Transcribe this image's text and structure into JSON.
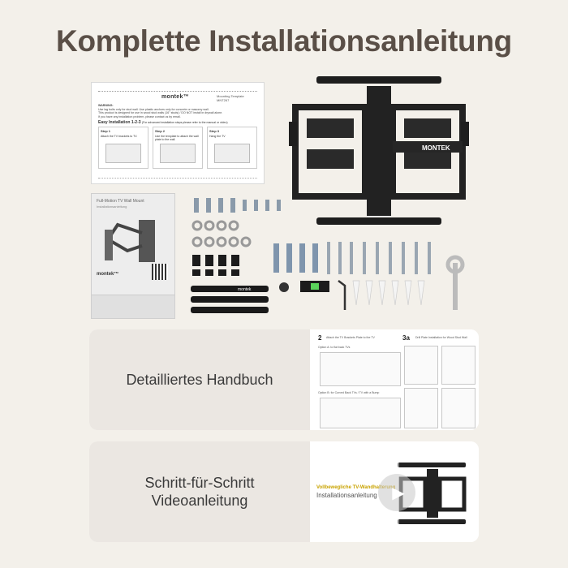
{
  "title": "Komplette Installationsanleitung",
  "template_sheet": {
    "logo": "montek™",
    "template_label": "Mounting Template",
    "template_code": "MNT267",
    "warning_heading": "WARNING:",
    "warning_lines": [
      "Use lag bolts only for stud wall. Use plastic anchors only for concrete or masonry wall.",
      "This product is designed for use in wood stud walls (16\" studs) / DO NOT install in drywall alone.",
      "If you have any installation problem, please contact us by email."
    ],
    "easy_heading": "Easy Installation 1-2-3",
    "easy_note": "(For advanced installation steps please refer to the manual or video)",
    "steps": [
      {
        "label": "Step 1",
        "text": "Attach the TV brackets to TV."
      },
      {
        "label": "Step 2",
        "text": "Use the template to attach the wall plate to the wall."
      },
      {
        "label": "Step 3",
        "text": "Hang the TV"
      }
    ]
  },
  "manual_booklet": {
    "title": "Full-Motion TV Wall Mount",
    "subtitle": "Installationsanleitung",
    "logo": "montek™"
  },
  "bracket": {
    "logo": "MONTEK"
  },
  "hardware": {
    "strap_label": "montek"
  },
  "cards": [
    {
      "label": "Detailliertes Handbuch",
      "diagram": {
        "step_2_num": "2",
        "step_2_caption": "Attach the TV Brackets Plate to the TV",
        "step_3_num": "3a",
        "step_3_caption": "Drill Plate Installation for Wood Stud Wall",
        "option_a": "Option A: to flat back TVs",
        "option_b": "Option B: for Curved Back TVs / TV with a Bump"
      }
    },
    {
      "label_line1": "Schritt-für-Schritt",
      "label_line2": "Videoanleitung",
      "video_title": "Vollbewegliche TV-Wandhalterung",
      "video_subtitle": "Installationsanleitung"
    }
  ],
  "icons": {
    "play": "play-icon"
  },
  "colors": {
    "background": "#f3f0ea",
    "title": "#5a4f47",
    "card_left": "#ebe7e2",
    "video_accent": "#c9a300"
  }
}
